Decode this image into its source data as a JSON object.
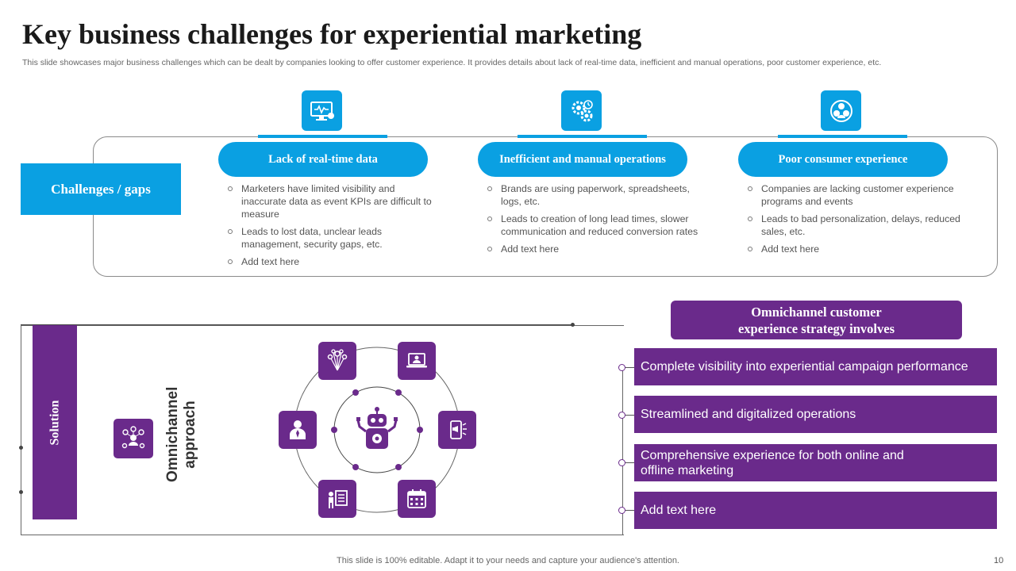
{
  "slide": {
    "title": "Key business challenges for experiential marketing",
    "subtitle": "This slide showcases major business challenges which can be dealt by companies looking to offer customer experience. It provides details about lack of real-time data, inefficient and manual operations, poor customer experience, etc.",
    "footer": "This slide is 100% editable. Adapt it to your needs and capture your audience's attention.",
    "page_number": "10"
  },
  "colors": {
    "blue": "#0aa0e2",
    "purple": "#6a2a8b"
  },
  "challenges": {
    "label": "Challenges / gaps",
    "columns": [
      {
        "icon": "monitor-analytics-icon",
        "heading": "Lack of real-time data",
        "bullets": [
          "Marketers have limited visibility and inaccurate data as event KPIs are difficult to measure",
          "Leads to lost data, unclear leads management, security gaps, etc.",
          "Add text here"
        ]
      },
      {
        "icon": "gears-clock-icon",
        "heading": "Inefficient and manual operations",
        "bullets": [
          "Brands are using paperwork, spreadsheets, logs, etc.",
          "Leads to creation of long lead times, slower communication and reduced conversion rates",
          "Add text here"
        ]
      },
      {
        "icon": "customer-rating-icon",
        "heading": "Poor consumer experience",
        "bullets": [
          "Companies are lacking customer experience programs and events",
          "Leads to bad personalization, delays, reduced sales, etc.",
          "Add text here"
        ]
      }
    ]
  },
  "solution": {
    "label": "Solution",
    "approach": "Omnichannel approach",
    "approach_icon": "network-people-icon",
    "center_icon": "robot-gear-icon",
    "satellite_icons": [
      "bulb-ideas-icon",
      "laptop-user-icon",
      "mobile-marketing-icon",
      "calendar-icon",
      "presentation-board-icon",
      "businessman-icon"
    ]
  },
  "strategy": {
    "heading": "Omnichannel customer experience strategy involves",
    "items": [
      "Complete visibility into experiential campaign performance",
      "Streamlined and digitalized operations",
      "Comprehensive experience for both online and offline marketing",
      "Add text here"
    ]
  }
}
